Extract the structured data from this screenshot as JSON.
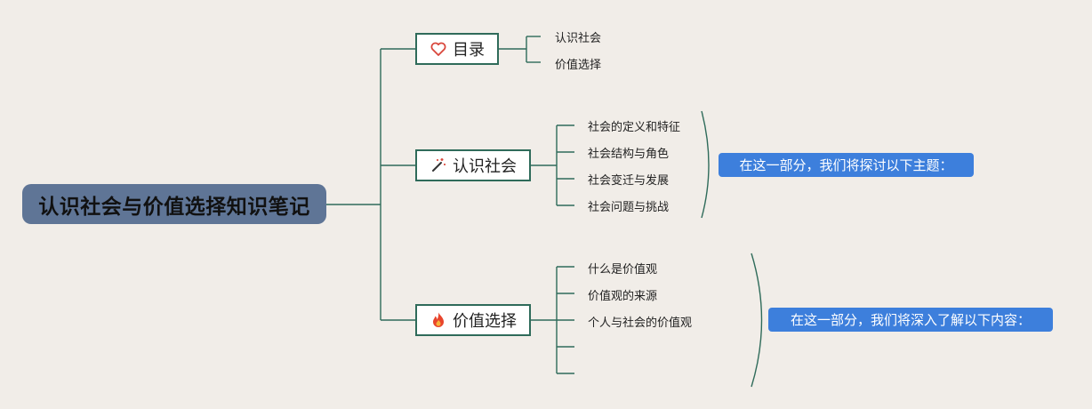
{
  "root": {
    "title": "认识社会与价值选择知识笔记"
  },
  "branches": [
    {
      "label": "目录",
      "icon": "heart-icon",
      "children": [
        "认识社会",
        "价值选择"
      ]
    },
    {
      "label": "认识社会",
      "icon": "magic-wand-icon",
      "children": [
        "社会的定义和特征",
        "社会结构与角色",
        "社会变迁与发展",
        "社会问题与挑战"
      ],
      "summary": "在这一部分，我们将探讨以下主题："
    },
    {
      "label": "价值选择",
      "icon": "fire-icon",
      "children": [
        "什么是价值观",
        "价值观的来源",
        "个人与社会的价值观",
        "",
        ""
      ],
      "summary": "在这一部分，我们将深入了解以下内容："
    }
  ],
  "colors": {
    "background": "#f1ede8",
    "root_fill": "#5f7596",
    "connector": "#2f6b5a",
    "summary_fill": "#3d7fdc"
  }
}
